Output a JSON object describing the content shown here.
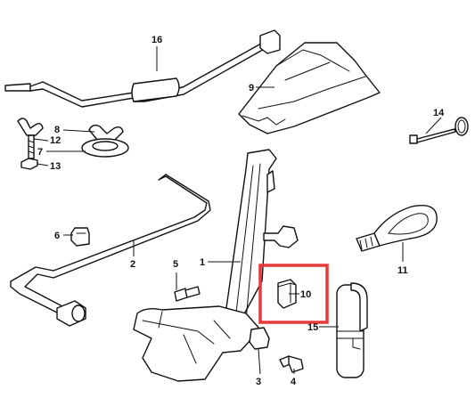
{
  "callouts": [
    {
      "id": "c1",
      "label": "1"
    },
    {
      "id": "c2",
      "label": "2"
    },
    {
      "id": "c3",
      "label": "3"
    },
    {
      "id": "c4",
      "label": "4"
    },
    {
      "id": "c5",
      "label": "5"
    },
    {
      "id": "c6",
      "label": "6"
    },
    {
      "id": "c7",
      "label": "7"
    },
    {
      "id": "c8",
      "label": "8"
    },
    {
      "id": "c9",
      "label": "9"
    },
    {
      "id": "c10",
      "label": "10"
    },
    {
      "id": "c11",
      "label": "11"
    },
    {
      "id": "c12",
      "label": "12"
    },
    {
      "id": "c13",
      "label": "13"
    },
    {
      "id": "c14",
      "label": "14"
    },
    {
      "id": "c15",
      "label": "15"
    },
    {
      "id": "c16",
      "label": "16"
    }
  ],
  "highlight": {
    "part": "10",
    "color": "#e8383a"
  },
  "colors": {
    "line": "#111111",
    "background": "#ffffff"
  }
}
